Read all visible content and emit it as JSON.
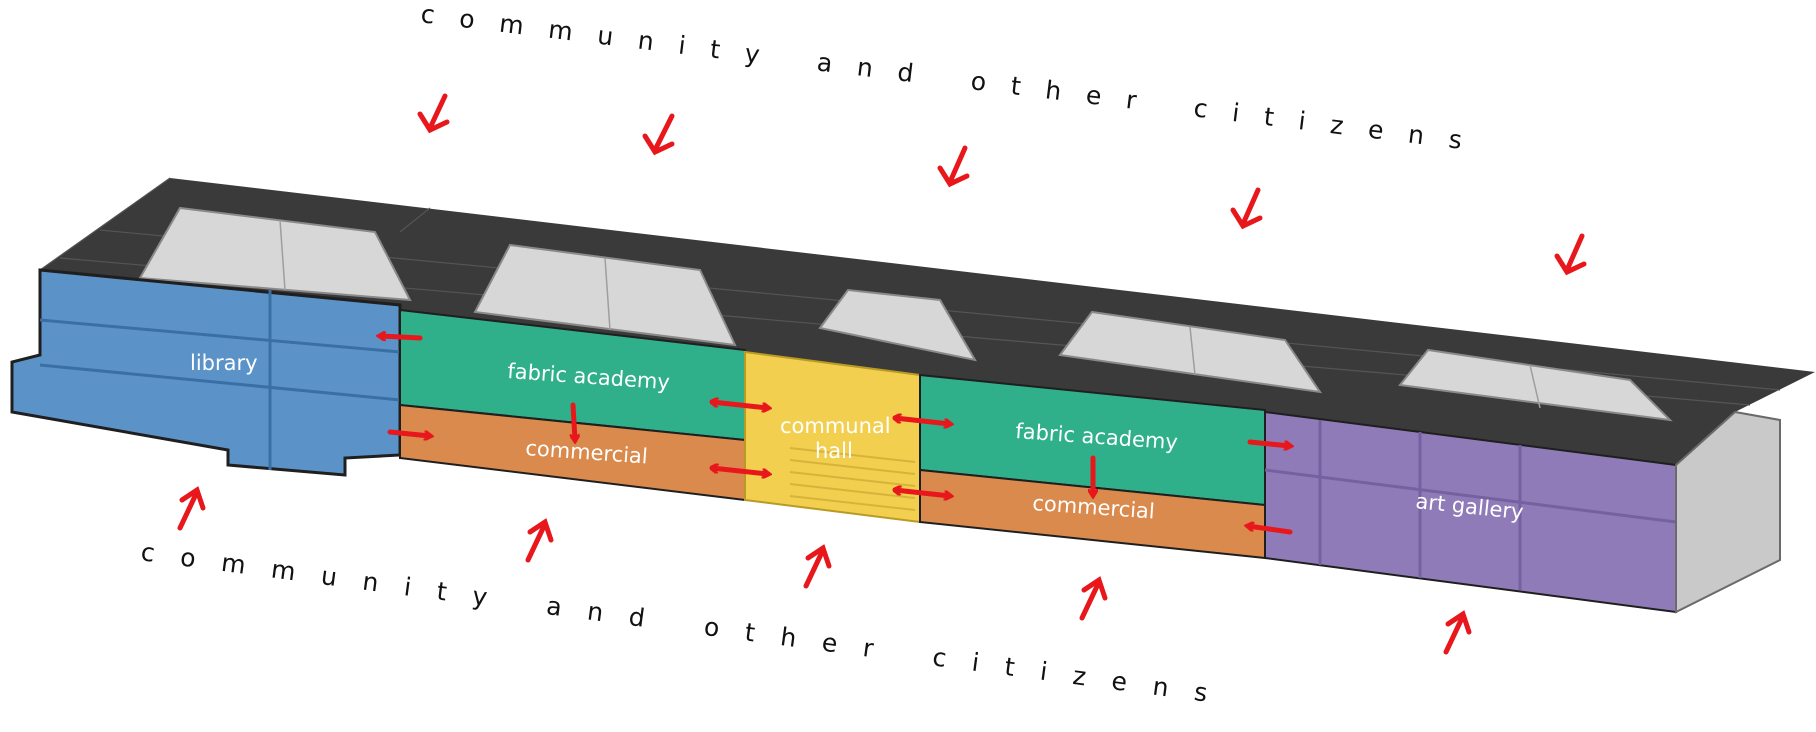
{
  "caption_top": "community and other citizens",
  "caption_bottom": "community and other citizens",
  "zones": {
    "library": "library",
    "fabric_academy_1": "fabric academy",
    "commercial_1": "commercial",
    "communal_hall_line1": "communal",
    "communal_hall_line2": "hall",
    "fabric_academy_2": "fabric academy",
    "commercial_2": "commercial",
    "art_gallery": "art gallery"
  },
  "colors": {
    "library": "#5b93c9",
    "fabric_academy": "#2fb08a",
    "commercial": "#d98a4c",
    "communal_hall": "#f2cf4f",
    "art_gallery": "#8f7bb8",
    "roof": "#3a3a3a",
    "arrow": "#e8171c"
  }
}
